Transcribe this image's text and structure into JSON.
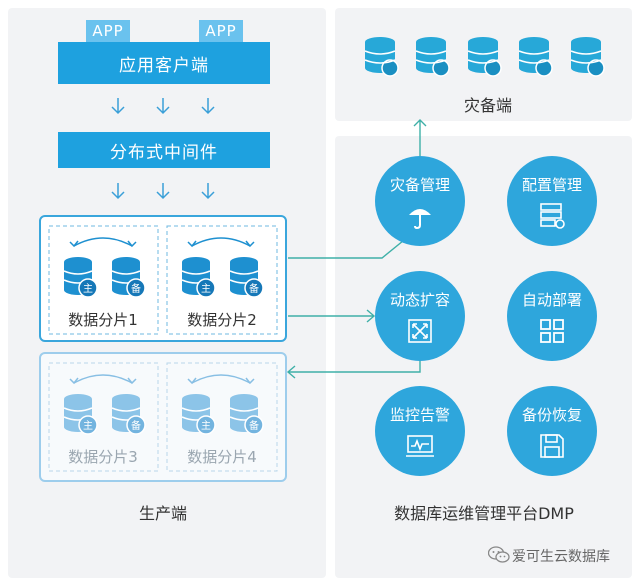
{
  "production": {
    "app_tags": [
      "APP",
      "APP"
    ],
    "client_bar": "应用客户端",
    "middleware_bar": "分布式中间件",
    "shards": [
      {
        "label": "数据分片1",
        "primary": "主",
        "backup": "备"
      },
      {
        "label": "数据分片2",
        "primary": "主",
        "backup": "备"
      },
      {
        "label": "数据分片3",
        "primary": "主",
        "backup": "备"
      },
      {
        "label": "数据分片4",
        "primary": "主",
        "backup": "备"
      }
    ],
    "caption": "生产端"
  },
  "disaster": {
    "label": "灾备端"
  },
  "dmp": {
    "modules": [
      "灾备管理",
      "配置管理",
      "动态扩容",
      "自动部署",
      "监控告警",
      "备份恢复"
    ],
    "caption": "数据库运维管理平台DMP"
  },
  "watermark": "爱可生云数据库",
  "colors": {
    "primary": "#1ea1df",
    "circle": "#2ea6dc",
    "panel": "#f2f3f5",
    "arrow": "#3fb0a8"
  }
}
